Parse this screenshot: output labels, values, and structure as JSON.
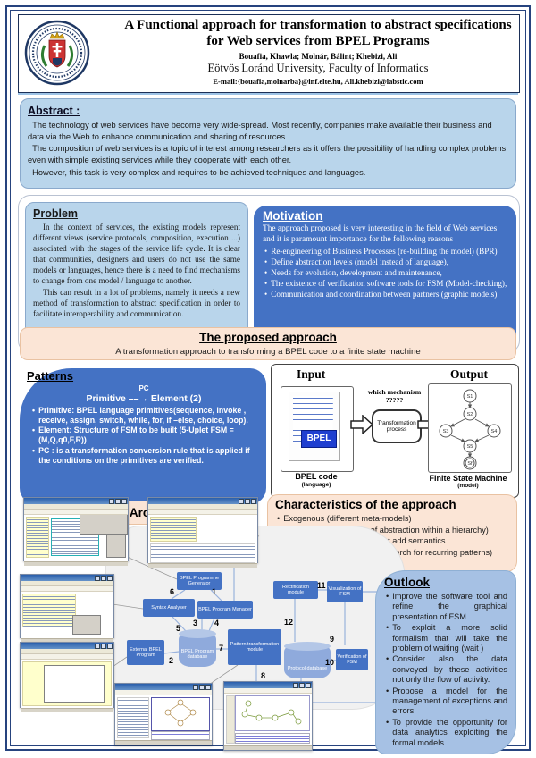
{
  "header": {
    "title_line1": "A Functional approach for transformation to abstract specifications",
    "title_line2": "for Web services from BPEL Programs",
    "authors": "Bouafia, Khawla; Molnár, Bálint; Khebizi, Ali",
    "affiliation": "Eötvös Loránd University, Faculty of Informatics",
    "email": "E-mail:{bouafia,molnarba}@inf.elte.hu,  Ali.khebizi@labstic.com",
    "logo": "elte-university-seal"
  },
  "abstract": {
    "heading": "Abstract :",
    "p1": "The technology of web services have become very wide-spread. Most recently, companies make available their business and data via the Web to enhance communication and sharing of resources.",
    "p2": "The composition of web services is a topic of interest among researchers as it offers the possibility of handling complex problems even with simple existing services while they cooperate with each other.",
    "p3": "However, this task is very complex and requires to be achieved techniques and languages."
  },
  "problem": {
    "heading": "Problem",
    "p1": "In the context of services, the existing models represent different views (service protocols, composition, execution ...) associated with the stages of the service life cycle. It is clear that communities, designers and users do not use the same models or languages, hence there is a need to find mechanisms to change from one model / language to another.",
    "p2": "This can result in a lot of problems, namely it needs a new method of transformation to abstract specification in order to facilitate interoperability and communication."
  },
  "motivation": {
    "heading": "Motivation",
    "intro": "The approach proposed is very interesting in the field of Web services and it is paramount importance for the following reasons",
    "items": [
      "Re-engineering of Business Processes (re-building the model) (BPR)",
      "Define abstraction levels (model instead of language),",
      "Needs for evolution, development and maintenance,",
      "The existence of verification software tools for FSM (Model-checking),",
      "Communication and coordination between partners (graphic models)"
    ]
  },
  "proposed": {
    "heading": "The proposed approach",
    "subtitle": "A transformation approach to transforming a BPEL code to a finite state machine"
  },
  "patterns": {
    "heading": "Patterns",
    "pc": "PC",
    "rule": "Primitive ––→ Element  (2)",
    "items": [
      "Primitive: BPEL language primitives(sequence, invoke , receive, assign, switch, while, for, if –else, choice, loop).",
      "Element: Structure of FSM to be built (5-Uplet FSM = (M,Q,q0,F,R))",
      "PC : is a  transformation conversion rule that is applied if the conditions on the primitives are verified."
    ]
  },
  "io_diagram": {
    "input_label": "Input",
    "output_label": "Output",
    "mechanism_line1": "which mechanism",
    "mechanism_line2": "?????",
    "process": "Transformation process",
    "bpel_badge": "BPEL",
    "input_caption": "BPEL code",
    "input_sub": "(language)",
    "output_caption": "Finite State Machine",
    "output_sub": "(model)",
    "states": [
      "S1",
      "S2",
      "S3",
      "S4",
      "S5",
      "Sf"
    ]
  },
  "system_architecture": {
    "heading": "System Architecture"
  },
  "characteristics": {
    "heading": "Characteristics of the approach",
    "items": [
      "Exogenous (different meta-models)",
      "Vertical (different levels of abstraction within a hierarchy)",
      "Syntactic because it does not add semantics",
      "Based on pattern matching (search for recurring patterns)"
    ]
  },
  "outlook": {
    "heading": "Outlook",
    "items": [
      "Improve the software tool and refine the graphical presentation of FSM.",
      "To exploit a more solid formalism that will take the problem of waiting (wait )",
      "Consider also the data conveyed by these activities not only the flow of activity.",
      "Propose a model for the management of exceptions and errors.",
      "To provide the opportunity for data analytics exploiting the formal models"
    ]
  },
  "architecture": {
    "boxes": {
      "generator": "BPEL Programme Generator",
      "syntax": "Syntax Analyser",
      "manager": "BPEL Program Manager",
      "external": "External BPEL Program",
      "bpel_db": "BPEL Program database",
      "pattern": "Pattern transformation module",
      "rectification": "Rectification module",
      "visualization": "Visualization of FSM",
      "protocol_db": "Protocol database",
      "verification": "Verification of FSM"
    },
    "numbers": [
      "1",
      "2",
      "3",
      "4",
      "5",
      "6",
      "7",
      "8",
      "9",
      "10",
      "11",
      "12"
    ]
  },
  "colors": {
    "frame": "#26437e",
    "light_blue_panel": "#b9d5eb",
    "dark_blue_panel": "#4472c4",
    "peach_panel": "#fbe5d6",
    "outlook_panel": "#a6c1e4",
    "cylinder": "#8faadc"
  }
}
